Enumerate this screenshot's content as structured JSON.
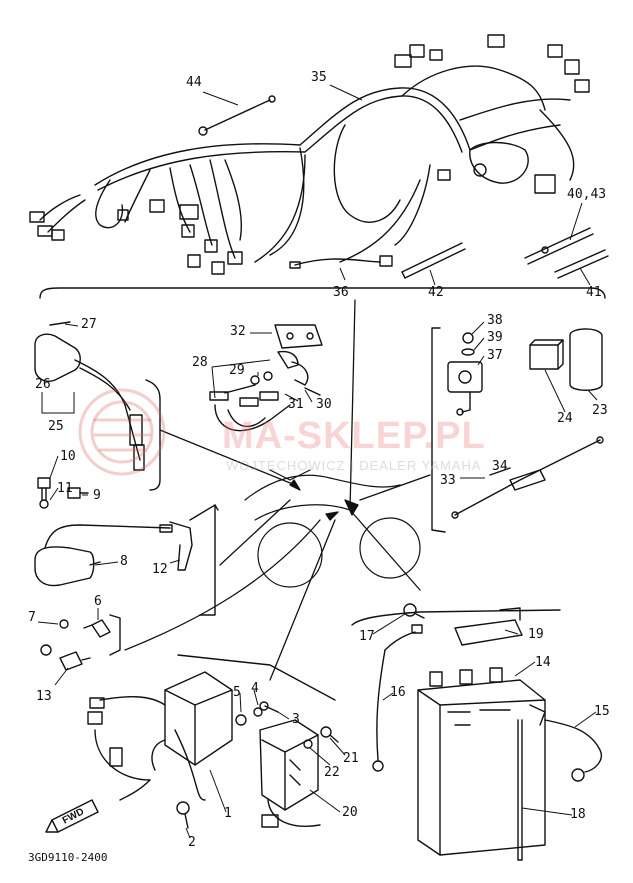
{
  "diagram": {
    "reference_code": "3GD9110-2400",
    "direction_marker": "FWD",
    "watermark": {
      "brand": "MA-SKLEP.PL",
      "tagline": "WOJTECHOWICZ | DEALER YAMAHA"
    },
    "part_labels": {
      "p44": "44",
      "p35": "35",
      "p40_43": "40,43",
      "p36": "36",
      "p42": "42",
      "p41": "41",
      "p27": "27",
      "p26": "26",
      "p25": "25",
      "p32": "32",
      "p28": "28",
      "p29": "29",
      "p30": "30",
      "p31": "31",
      "p38": "38",
      "p39": "39",
      "p37": "37",
      "p24": "24",
      "p23": "23",
      "p10": "10",
      "p11": "11",
      "p9": "9",
      "p33": "33",
      "p34": "34",
      "p8": "8",
      "p12": "12",
      "p7": "7",
      "p6": "6",
      "p13": "13",
      "p17": "17",
      "p19": "19",
      "p14": "14",
      "p16": "16",
      "p15": "15",
      "p5": "5",
      "p4": "4",
      "p3": "3",
      "p21": "21",
      "p22": "22",
      "p1": "1",
      "p2": "2",
      "p20": "20",
      "p18": "18"
    }
  }
}
